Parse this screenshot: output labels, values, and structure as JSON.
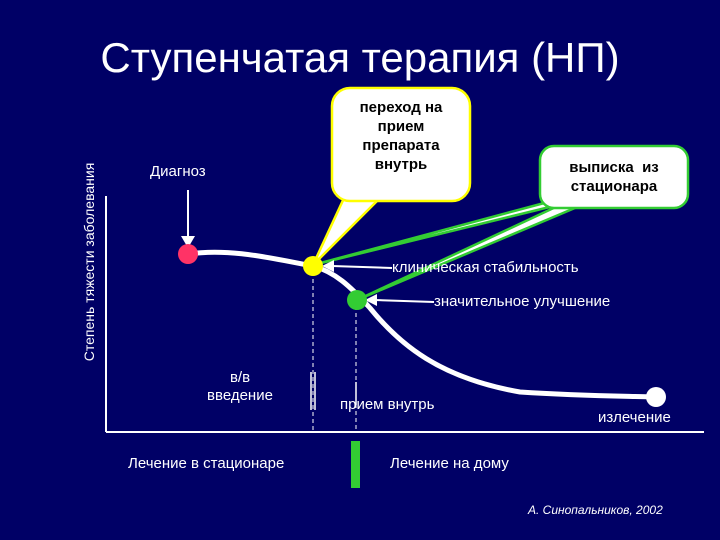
{
  "title": "Ступенчатая терапия (НП)",
  "y_axis_label": "Степень тяжести заболевания",
  "labels": {
    "diagnosis": "Диагноз",
    "iv": [
      "в/в",
      "введение"
    ],
    "oral_intake": "прием внутрь",
    "cure": "излечение",
    "inpatient": "Лечение в стационаре",
    "home": "Лечение на дому",
    "clinical_stability": "клиническая стабильность",
    "significant_improvement": "значительное улучшение"
  },
  "callouts": {
    "oral_switch": [
      "переход на",
      "прием",
      "препарата",
      "внутрь"
    ],
    "discharge": [
      "выписка  из",
      "стационара"
    ]
  },
  "credit": "А. Синопальников, 2002",
  "colors": {
    "background": "#000066",
    "diagnosis_point": "#ff3366",
    "stability_point": "#ffff00",
    "improvement_point": "#33cc33",
    "cure_point": "#ffffff",
    "yellow_border": "#ffff00",
    "green_border": "#33cc33"
  }
}
